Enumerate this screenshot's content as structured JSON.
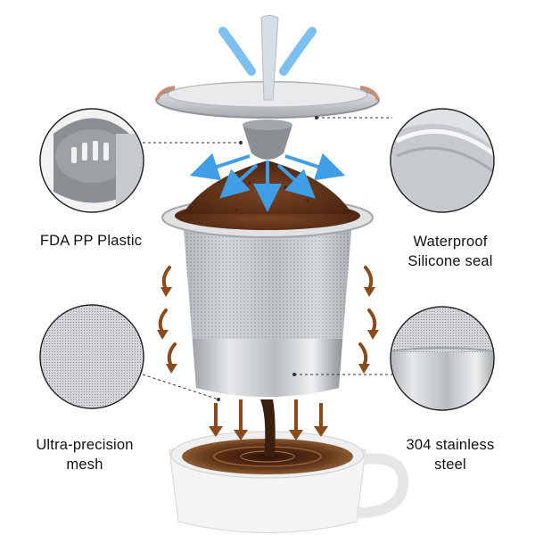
{
  "callouts": {
    "plastic": {
      "line1": "FDA PP Plastic"
    },
    "seal": {
      "line1": "Waterproof",
      "line2": "Silicone seal"
    },
    "mesh": {
      "line1": "Ultra-precision",
      "line2": "mesh"
    },
    "steel": {
      "line1": "304 stainless",
      "line2": "steel"
    }
  },
  "colors": {
    "steel": "#c9ccd0",
    "steel_dark": "#8e9398",
    "coffee_ground": "#6b3a1f",
    "coffee_liquid": "#3a1e0e",
    "arrow_blue": "#3f9ee6",
    "arrow_brown": "#8a4a1c",
    "plastic_gray": "#8a8f94",
    "seal_rose": "#c98d76"
  },
  "icons": [
    "water-flow-arrows",
    "flow-direction-arrows",
    "drip-arrows"
  ]
}
